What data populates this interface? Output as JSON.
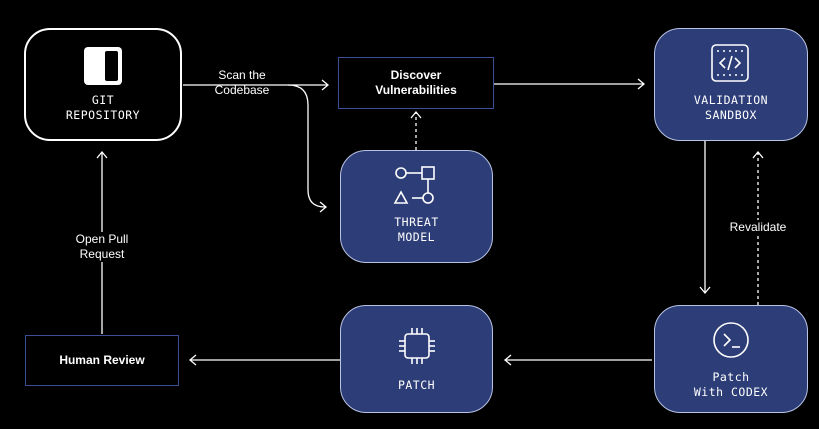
{
  "nodes": {
    "git_repository": "GIT\nREPOSITORY",
    "validation_sandbox": "VALIDATION\nSANDBOX",
    "threat_model": "THREAT\nMODEL",
    "patch": "PATCH",
    "patch_with_codex": "Patch\nWith CODEX"
  },
  "boxes": {
    "discover_vulnerabilities": "Discover\nVulnerabilities",
    "human_review": "Human Review"
  },
  "edges": {
    "scan_the_codebase": "Scan the\nCodebase",
    "open_pull_request": "Open Pull\nRequest",
    "revalidate": "Revalidate"
  },
  "icons": {
    "git_repository": "split-panel-icon",
    "validation_sandbox": "code-sandbox-icon",
    "threat_model": "flow-shapes-icon",
    "patch": "chip-icon",
    "patch_with_codex": "terminal-icon"
  },
  "colors": {
    "background": "#000000",
    "node_fill": "#2c3d77",
    "node_stroke": "#b9c3e6",
    "box_stroke": "#3a4f96",
    "line": "#ffffff"
  }
}
